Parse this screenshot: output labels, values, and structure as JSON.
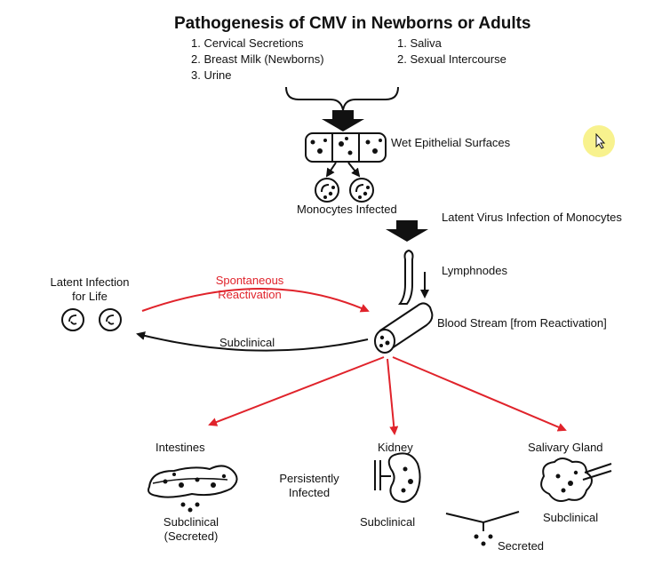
{
  "title": "Pathogenesis of CMV  in Newborns or Adults",
  "sources": {
    "newborns": [
      "1. Cervical Secretions",
      "2. Breast Milk (Newborns)",
      "3. Urine"
    ],
    "adults": [
      "1. Saliva",
      "2. Sexual Intercourse"
    ]
  },
  "labels": {
    "wet_epithelial": "Wet Epithelial Surfaces",
    "monocytes_infected": "Monocytes Infected",
    "latent_virus": "Latent Virus Infection of Monocytes",
    "lymphnodes": "Lymphnodes",
    "blood_stream": "Blood Stream [from Reactivation]",
    "latent_infection_line1": "Latent Infection",
    "latent_infection_line2": "for Life",
    "spontaneous_line1": "Spontaneous",
    "spontaneous_line2": "Reactivation",
    "subclinical_return": "Subclinical",
    "intestines": "Intestines",
    "kidney": "Kidney",
    "salivary_gland": "Salivary Gland",
    "persistently_line1": "Persistently",
    "persistently_line2": "Infected",
    "intestines_sub_line1": "Subclinical",
    "intestines_sub_line2": "(Secreted)",
    "kidney_sub": "Subclinical",
    "salivary_sub": "Subclinical",
    "secreted": "Secreted"
  },
  "colors": {
    "arrow_red": "#e0232b",
    "arrow_black": "#111111",
    "cursor_highlight": "#f7f07a"
  }
}
